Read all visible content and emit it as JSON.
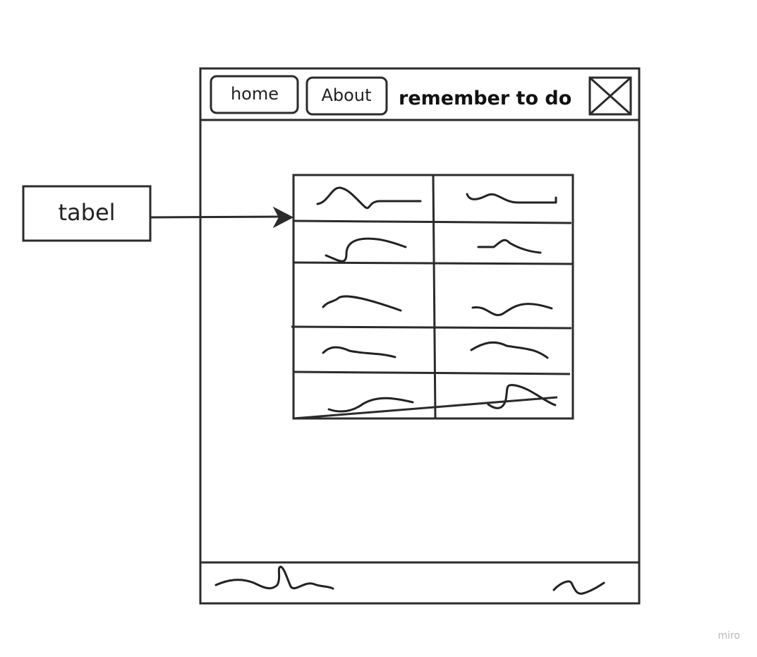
{
  "header": {
    "home_label": "home",
    "about_label": "About",
    "title": "remember to do"
  },
  "annotation": {
    "label": "tabel"
  },
  "brand": {
    "watermark": "miro"
  },
  "table": {
    "rows": 5,
    "columns": 2
  },
  "colors": {
    "stroke": "#222222",
    "background": "#ffffff",
    "watermark": "#b8b8b8"
  },
  "icons": {
    "close": "close-icon"
  }
}
